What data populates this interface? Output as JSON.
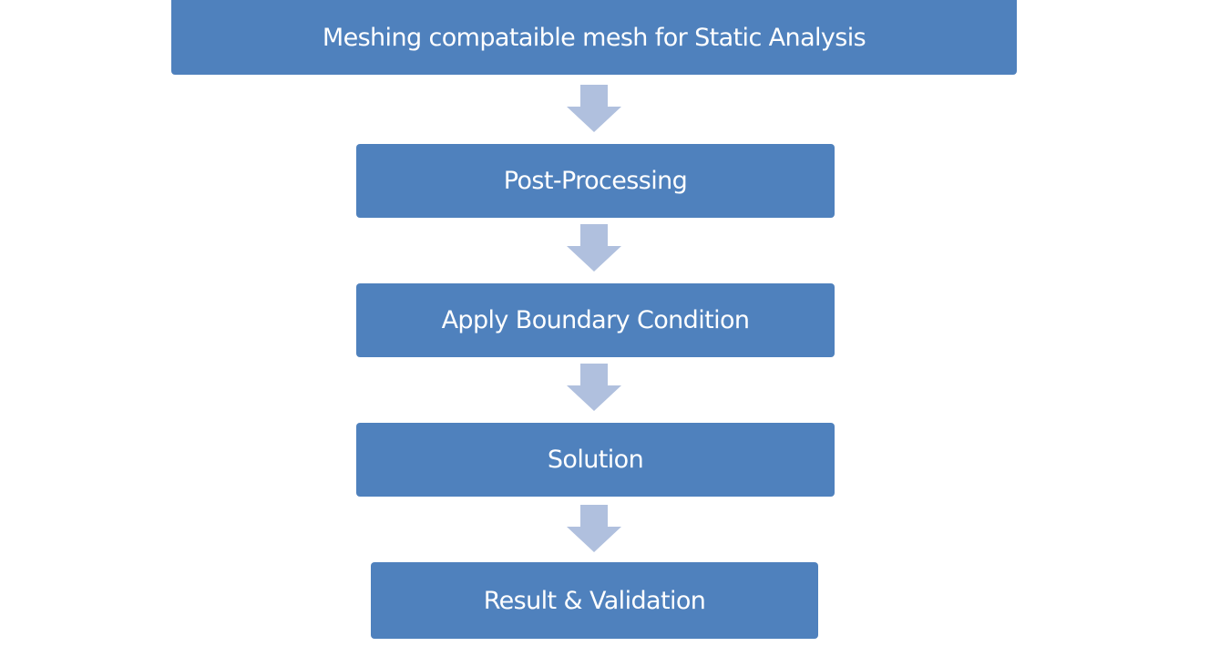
{
  "colors": {
    "box_fill": "#4f81bd",
    "box_text": "#ffffff",
    "arrow_fill": "#b0c0de",
    "background": "#ffffff"
  },
  "steps": [
    {
      "label": "Meshing compataible mesh for Static Analysis"
    },
    {
      "label": "Post-Processing"
    },
    {
      "label": "Apply Boundary Condition"
    },
    {
      "label": "Solution"
    },
    {
      "label": "Result & Validation"
    }
  ],
  "connectors": [
    {
      "from": 0,
      "to": 1,
      "icon": "arrow-down-icon"
    },
    {
      "from": 1,
      "to": 2,
      "icon": "arrow-down-icon"
    },
    {
      "from": 2,
      "to": 3,
      "icon": "arrow-down-icon"
    },
    {
      "from": 3,
      "to": 4,
      "icon": "arrow-down-icon"
    }
  ]
}
